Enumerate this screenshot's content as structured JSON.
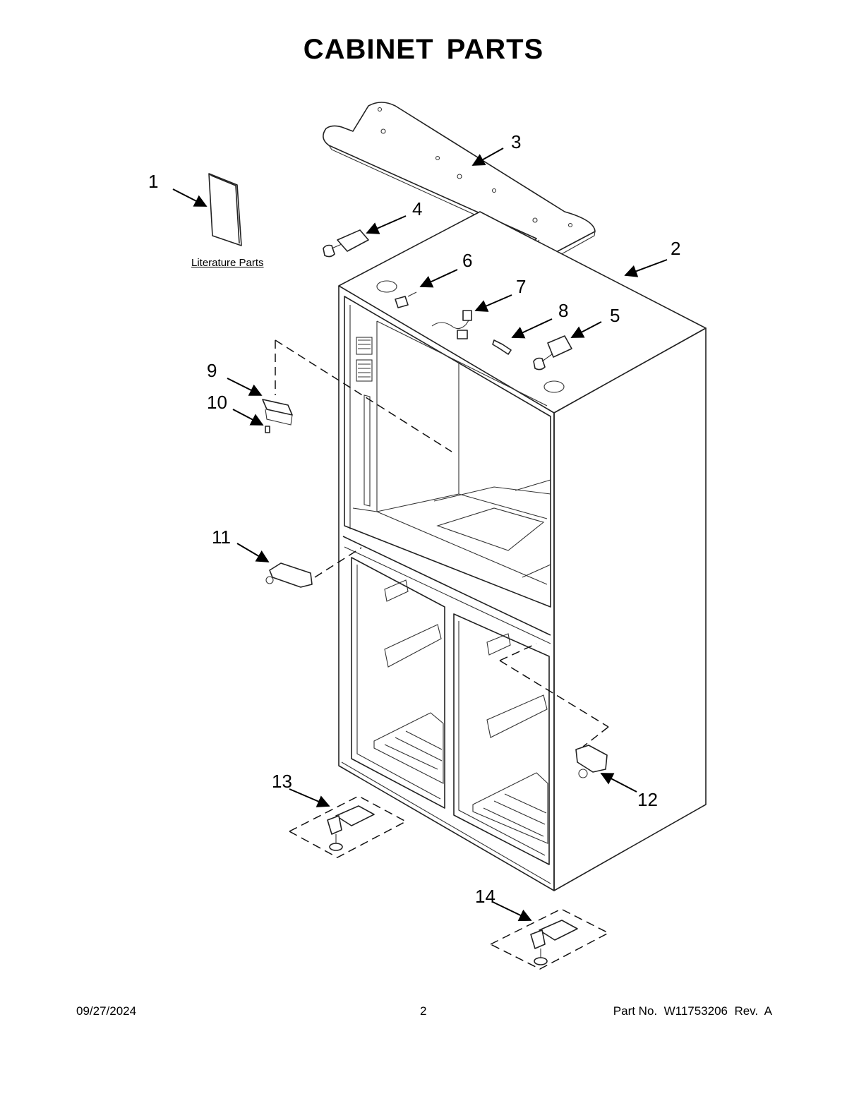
{
  "title": "CABINET PARTS",
  "literature_label": "Literature Parts",
  "callouts": [
    "1",
    "2",
    "3",
    "4",
    "5",
    "6",
    "7",
    "8",
    "9",
    "10",
    "11",
    "12",
    "13",
    "14"
  ],
  "footer": {
    "date": "09/27/2024",
    "page": "2",
    "part_no": "Part No.  W11753206  Rev.  A"
  }
}
